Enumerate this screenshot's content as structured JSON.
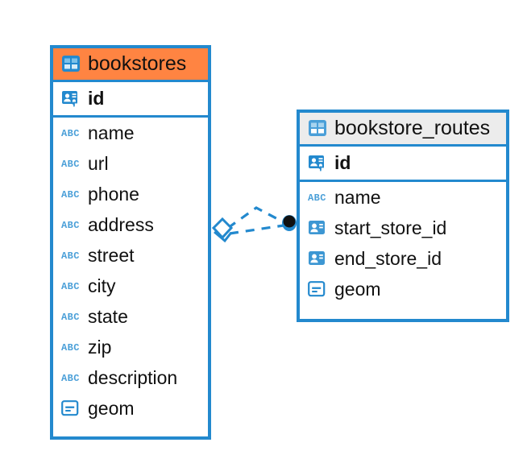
{
  "diagram": {
    "type": "entity-relationship-diagram",
    "background": "#ffffff",
    "accent_color": "#2389ce",
    "highlight_color": "#ff8442",
    "header_plain_color": "#ececec"
  },
  "entities": [
    {
      "name": "bookstores",
      "header_style": "accent",
      "header_icon": "table-icon",
      "fields": [
        {
          "label": "id",
          "icon": "primary-key-icon",
          "key": true
        },
        {
          "label": "name",
          "icon": "abc-text-icon",
          "key": false
        },
        {
          "label": "url",
          "icon": "abc-text-icon",
          "key": false
        },
        {
          "label": "phone",
          "icon": "abc-text-icon",
          "key": false
        },
        {
          "label": "address",
          "icon": "abc-text-icon",
          "key": false
        },
        {
          "label": "street",
          "icon": "abc-text-icon",
          "key": false
        },
        {
          "label": "city",
          "icon": "abc-text-icon",
          "key": false
        },
        {
          "label": "state",
          "icon": "abc-text-icon",
          "key": false
        },
        {
          "label": "zip",
          "icon": "abc-text-icon",
          "key": false
        },
        {
          "label": "description",
          "icon": "abc-text-icon",
          "key": false
        },
        {
          "label": "geom",
          "icon": "geometry-icon",
          "key": false
        }
      ]
    },
    {
      "name": "bookstore_routes",
      "header_style": "plain",
      "header_icon": "table-icon",
      "fields": [
        {
          "label": "id",
          "icon": "primary-key-icon",
          "key": true
        },
        {
          "label": "name",
          "icon": "abc-text-icon",
          "key": false
        },
        {
          "label": "start_store_id",
          "icon": "foreign-key-icon",
          "key": false
        },
        {
          "label": "end_store_id",
          "icon": "foreign-key-icon",
          "key": false
        },
        {
          "label": "geom",
          "icon": "geometry-icon",
          "key": false
        }
      ]
    }
  ],
  "relationship": {
    "from_entity": "bookstores",
    "to_entity": "bookstore_routes",
    "line_style": "dashed",
    "color": "#2389ce",
    "source_marker": "diamond-marker",
    "target_marker": "filled-circle-marker"
  }
}
